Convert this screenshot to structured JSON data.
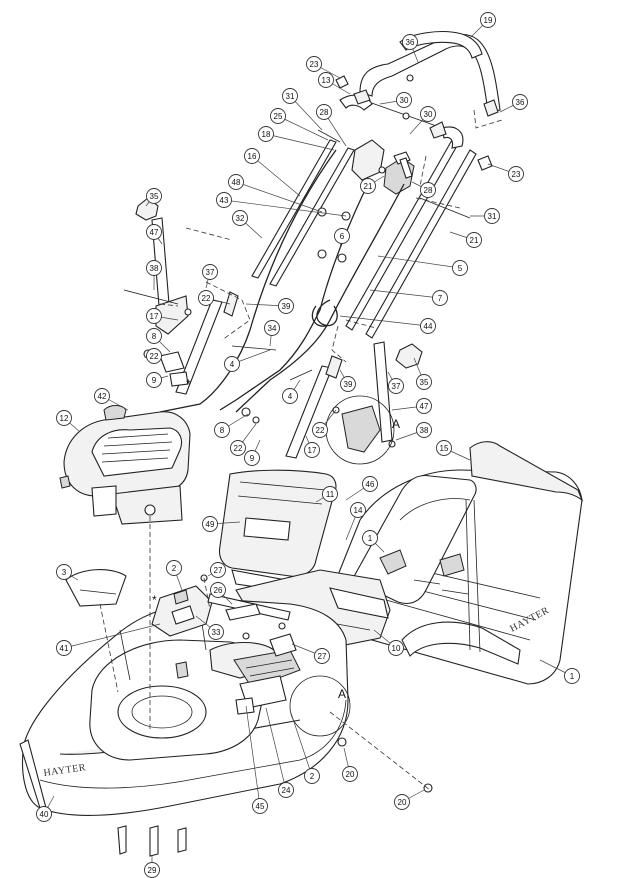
{
  "brand_labels": {
    "deck": "HAYTER",
    "grass_box": "HAYTER"
  },
  "detail_marker": "A",
  "asterisk": "*",
  "callouts": [
    {
      "label": "19"
    },
    {
      "label": "36"
    },
    {
      "label": "23"
    },
    {
      "label": "13"
    },
    {
      "label": "30"
    },
    {
      "label": "36"
    },
    {
      "label": "31"
    },
    {
      "label": "25"
    },
    {
      "label": "28"
    },
    {
      "label": "30"
    },
    {
      "label": "18"
    },
    {
      "label": "16"
    },
    {
      "label": "23"
    },
    {
      "label": "21"
    },
    {
      "label": "48"
    },
    {
      "label": "28"
    },
    {
      "label": "43"
    },
    {
      "label": "31"
    },
    {
      "label": "35"
    },
    {
      "label": "32"
    },
    {
      "label": "6"
    },
    {
      "label": "21"
    },
    {
      "label": "47"
    },
    {
      "label": "37"
    },
    {
      "label": "5"
    },
    {
      "label": "38"
    },
    {
      "label": "22"
    },
    {
      "label": "39"
    },
    {
      "label": "7"
    },
    {
      "label": "17"
    },
    {
      "label": "44"
    },
    {
      "label": "8"
    },
    {
      "label": "34"
    },
    {
      "label": "22"
    },
    {
      "label": "4"
    },
    {
      "label": "9"
    },
    {
      "label": "37"
    },
    {
      "label": "35"
    },
    {
      "label": "42"
    },
    {
      "label": "4"
    },
    {
      "label": "39"
    },
    {
      "label": "47"
    },
    {
      "label": "12"
    },
    {
      "label": "8"
    },
    {
      "label": "22"
    },
    {
      "label": "38"
    },
    {
      "label": "22"
    },
    {
      "label": "9"
    },
    {
      "label": "17"
    },
    {
      "label": "15"
    },
    {
      "label": "46"
    },
    {
      "label": "11"
    },
    {
      "label": "14"
    },
    {
      "label": "49"
    },
    {
      "label": "1"
    },
    {
      "label": "27"
    },
    {
      "label": "2"
    },
    {
      "label": "3"
    },
    {
      "label": "26"
    },
    {
      "label": "33"
    },
    {
      "label": "41"
    },
    {
      "label": "10"
    },
    {
      "label": "27"
    },
    {
      "label": "1"
    },
    {
      "label": "20"
    },
    {
      "label": "2"
    },
    {
      "label": "24"
    },
    {
      "label": "45"
    },
    {
      "label": "40"
    },
    {
      "label": "20"
    },
    {
      "label": "29"
    }
  ]
}
